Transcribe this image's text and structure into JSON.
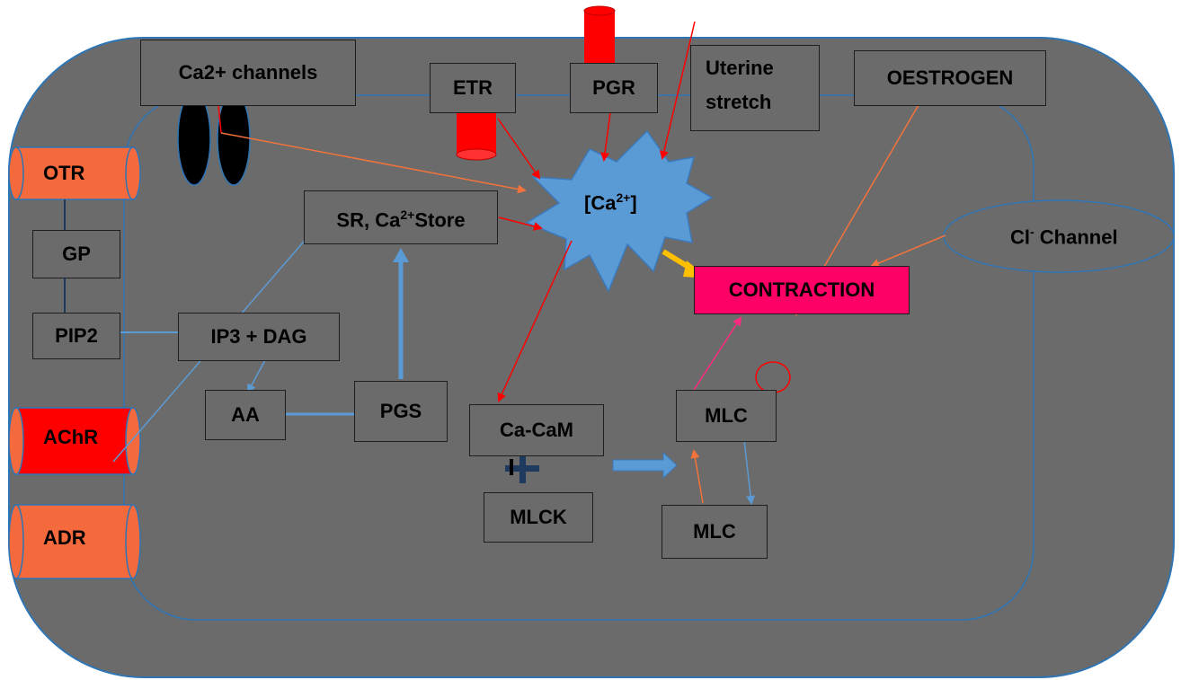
{
  "diagram": {
    "colors": {
      "cell_fill": "#6b6b6b",
      "cell_border": "#2e75b6",
      "receptor_orange": "#f46a3c",
      "receptor_red": "#ff0000",
      "calcium_burst": "#5b9bd5",
      "contraction_fill": "#ff0066",
      "arrow_red": "#ff0000",
      "arrow_orange": "#f4733c",
      "arrow_blue": "#5b9bd5",
      "arrow_pink": "#ff2a7f",
      "arrow_yellow": "#ffc000"
    },
    "labels": {
      "ca_channels": "Ca2+ channels",
      "etr": "ETR",
      "pgr": "PGR",
      "uterine_stretch_line1": "Uterine",
      "uterine_stretch_line2": "stretch",
      "oestrogen": "OESTROGEN",
      "otr": "OTR",
      "gp": "GP",
      "pip2": "PIP2",
      "achr": "AChR",
      "adr": "ADR",
      "ip3_dag": "IP3 + DAG",
      "aa": "AA",
      "pgs": "PGS",
      "sr_prefix": "SR, Ca",
      "sr_sup": "2+",
      "sr_suffix": "Store",
      "ca_bracket_open": "[Ca",
      "ca_sup": "2+",
      "ca_bracket_close": "]",
      "cl_prefix": "Cl",
      "cl_sup": "-",
      "cl_suffix": " Channel",
      "contraction": "CONTRACTION",
      "ca_cam": "Ca-CaM",
      "mlck": "MLCK",
      "mlc_upper": "MLC",
      "mlc_lower": "MLC"
    }
  }
}
